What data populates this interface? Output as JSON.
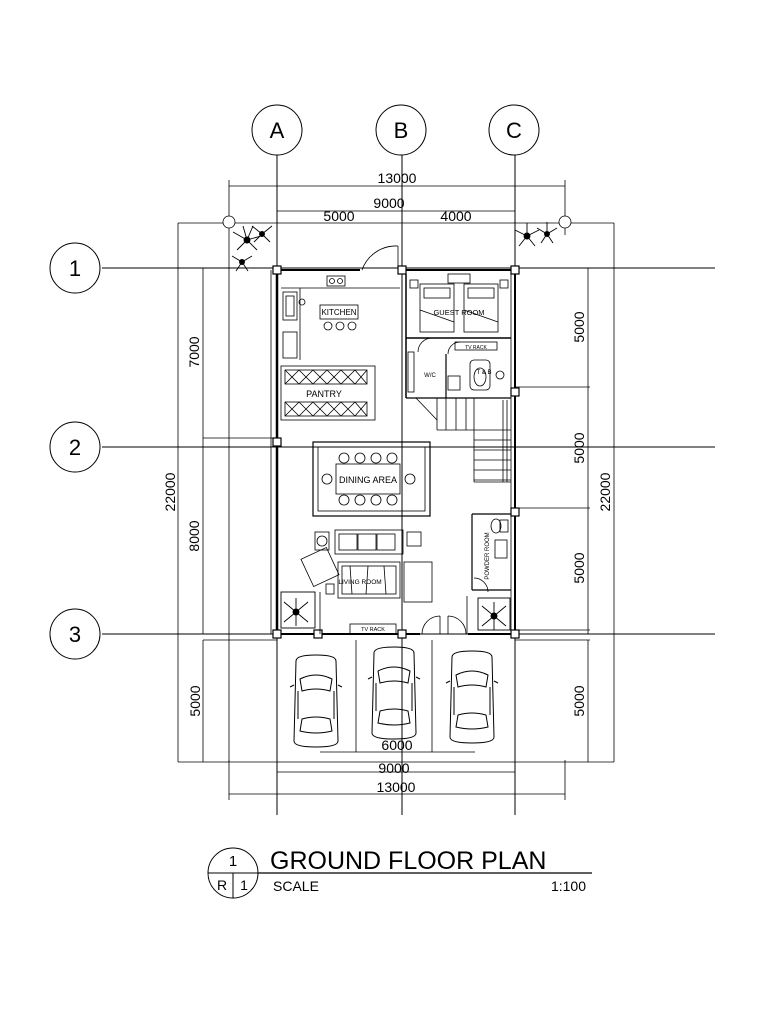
{
  "grid": {
    "columns": [
      "A",
      "B",
      "C"
    ],
    "rows": [
      "1",
      "2",
      "3"
    ]
  },
  "dimensions": {
    "top_overall": "13000",
    "top_middle": "9000",
    "top_left_bay": "5000",
    "top_right_bay": "4000",
    "bottom_garage": "6000",
    "bottom_middle": "9000",
    "bottom_overall": "13000",
    "left_upper": "7000",
    "left_lower": "8000",
    "left_overall": "22000",
    "left_garage": "5000",
    "right_bay1": "5000",
    "right_bay2": "5000",
    "right_bay3": "5000",
    "right_overall": "22000",
    "right_garage": "5000"
  },
  "rooms": {
    "kitchen": "KITCHEN",
    "pantry": "PANTRY",
    "dining": "DINING AREA",
    "guest": "GUEST ROOM",
    "tv_rack_guest": "TV RACK",
    "wic": "W/C",
    "tnb": "T & B",
    "powder": "POWDER ROOM",
    "living": "LIVING ROOM",
    "tv_rack_living": "TV RACK"
  },
  "title_block": {
    "drawing_number": "1",
    "sheet_ref": "R",
    "sheet_number": "1",
    "title": "GROUND FLOOR PLAN",
    "scale_label": "SCALE",
    "scale_value": "1:100"
  }
}
